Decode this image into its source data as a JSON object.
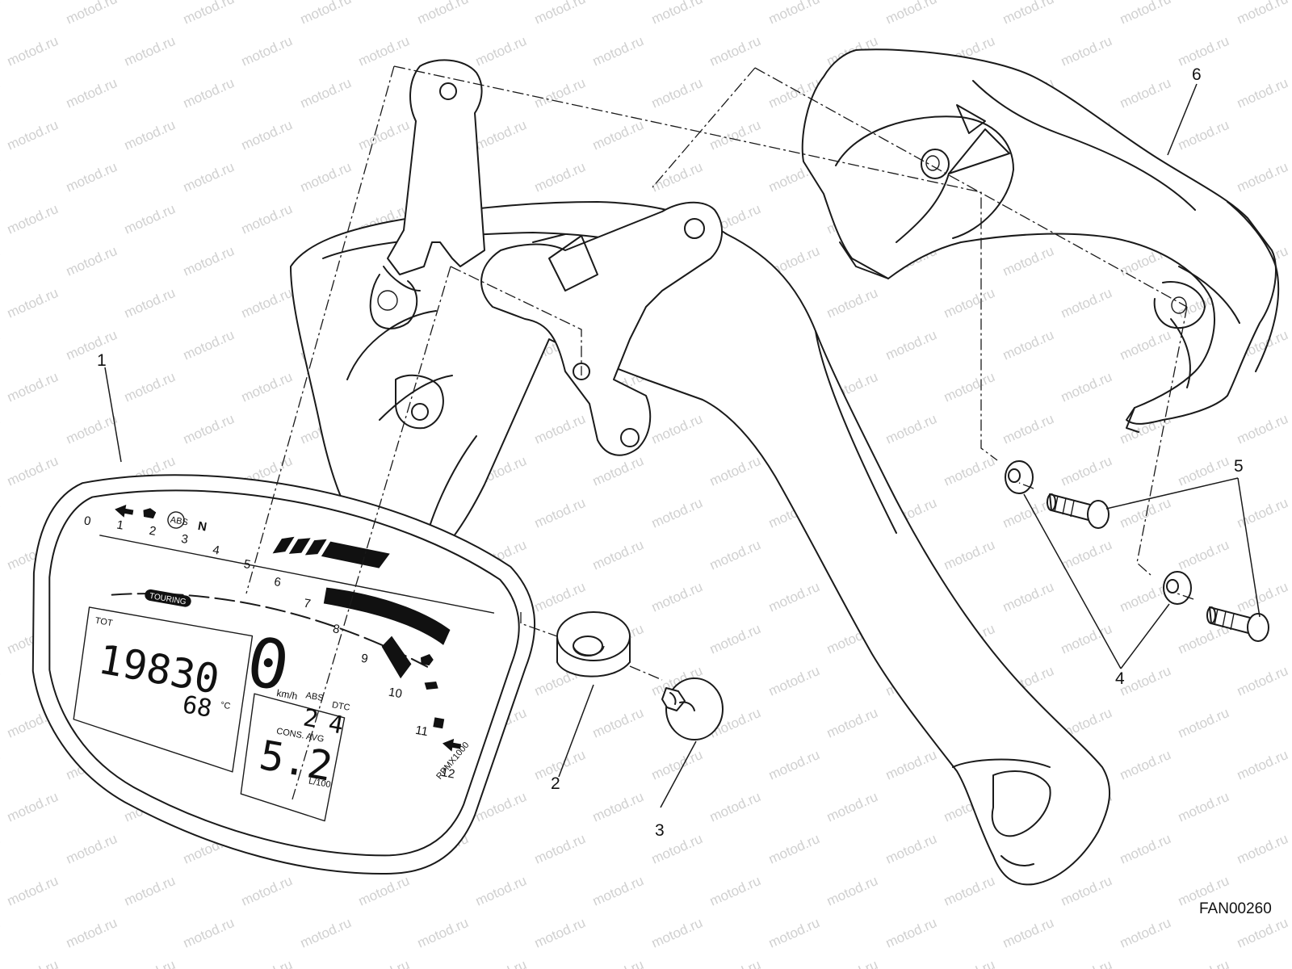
{
  "callouts": [
    {
      "id": "1",
      "label": "1"
    },
    {
      "id": "2",
      "label": "2"
    },
    {
      "id": "3",
      "label": "3"
    },
    {
      "id": "4",
      "label": "4"
    },
    {
      "id": "5",
      "label": "5"
    },
    {
      "id": "6",
      "label": "6"
    }
  ],
  "drawing_code": "FAN00260",
  "watermark": "motod.ru",
  "instrument_panel": {
    "rpm_ticks": [
      "0",
      "1",
      "2",
      "3",
      "4",
      "5",
      "6",
      "7",
      "8",
      "9",
      "10",
      "11",
      "12"
    ],
    "rpm_unit": "RPMX1000",
    "mode_badge": "TOURING",
    "odometer_label": "TOT",
    "odometer_value": "19830",
    "speed_value": "0",
    "speed_unit": "km/h",
    "temp_value": "68",
    "temp_unit": "°C",
    "abs_label": "ABS",
    "abs_value": "2",
    "tc_label": "DTC",
    "tc_value": "4",
    "cons_label": "CONS. AVG",
    "cons_value": "5.2",
    "cons_unit": "L/100",
    "neutral_label": "N"
  }
}
